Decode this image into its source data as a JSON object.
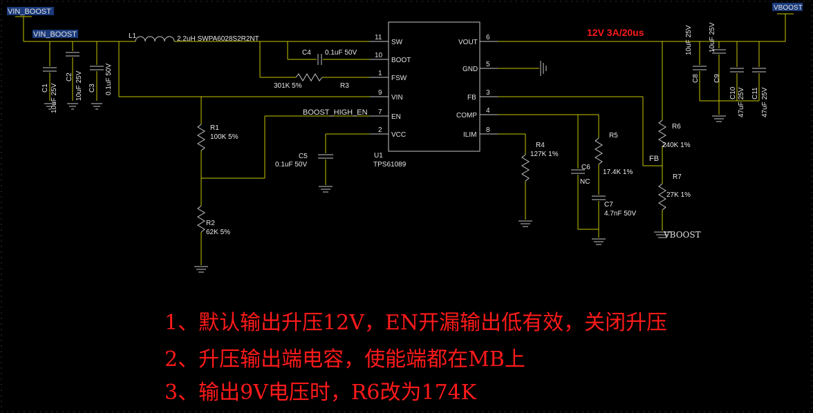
{
  "nets": {
    "vin_boost_port": "VIN_BOOST",
    "vin_boost_wire": "VIN_BOOST",
    "vboost_port": "VBOOST",
    "vboost_bottom": "VBOOST",
    "boost_high_en": "BOOST_HIGH_EN",
    "fb": "FB",
    "vout_spec": "12V 3A/20us"
  },
  "parts": {
    "L1": {
      "ref": "L1",
      "value": "2.2uH SWPA6028S2R2NT"
    },
    "C1": {
      "ref": "C1",
      "value": "10uF 25V"
    },
    "C2": {
      "ref": "C2",
      "value": "10uF 25V"
    },
    "C3": {
      "ref": "C3",
      "value": "0.1uF 50V"
    },
    "C4": {
      "ref": "C4",
      "value": "0.1uF 50V"
    },
    "C5": {
      "ref": "C5",
      "value": "0.1uF 50V"
    },
    "C6": {
      "ref": "C6",
      "value": "NC"
    },
    "C7": {
      "ref": "C7",
      "value": "4.7nF 50V"
    },
    "C8": {
      "ref": "C8",
      "value": "10uF 25V"
    },
    "C9": {
      "ref": "C9",
      "value": "10uF 25V"
    },
    "C10": {
      "ref": "C10",
      "value": "47uF 25V"
    },
    "C11": {
      "ref": "C11",
      "value": "47uF 25V"
    },
    "R1": {
      "ref": "R1",
      "value": "100K 5%"
    },
    "R2": {
      "ref": "R2",
      "value": "62K 5%"
    },
    "R3": {
      "ref": "R3",
      "value": "301K 5%"
    },
    "R4": {
      "ref": "R4",
      "value": "127K 1%"
    },
    "R5": {
      "ref": "R5",
      "value": "17.4K 1%"
    },
    "R6": {
      "ref": "R6",
      "value": "240K 1%"
    },
    "R7": {
      "ref": "R7",
      "value": "27K 1%"
    },
    "U1": {
      "ref": "U1",
      "value": "TPS61089"
    }
  },
  "ic_pins_left": [
    {
      "num": "11",
      "name": "SW"
    },
    {
      "num": "10",
      "name": "BOOT"
    },
    {
      "num": "1",
      "name": "FSW"
    },
    {
      "num": "9",
      "name": "VIN"
    },
    {
      "num": "7",
      "name": "EN"
    },
    {
      "num": "2",
      "name": "VCC"
    }
  ],
  "ic_pins_right": [
    {
      "num": "6",
      "name": "VOUT"
    },
    {
      "num": "5",
      "name": "GND"
    },
    {
      "num": "3",
      "name": "FB"
    },
    {
      "num": "4",
      "name": "COMP"
    },
    {
      "num": "8",
      "name": "ILIM"
    }
  ],
  "notes": [
    "1、默认输出升压12V，EN开漏输出低有效，关闭升压",
    "2、升压输出端电容，使能端都在MB上",
    "3、输出9V电压时，R6改为174K"
  ],
  "colors": {
    "wire": "#c8c800",
    "text": "#e8e8e8",
    "note": "#ff1a1a",
    "background": "#000000"
  }
}
